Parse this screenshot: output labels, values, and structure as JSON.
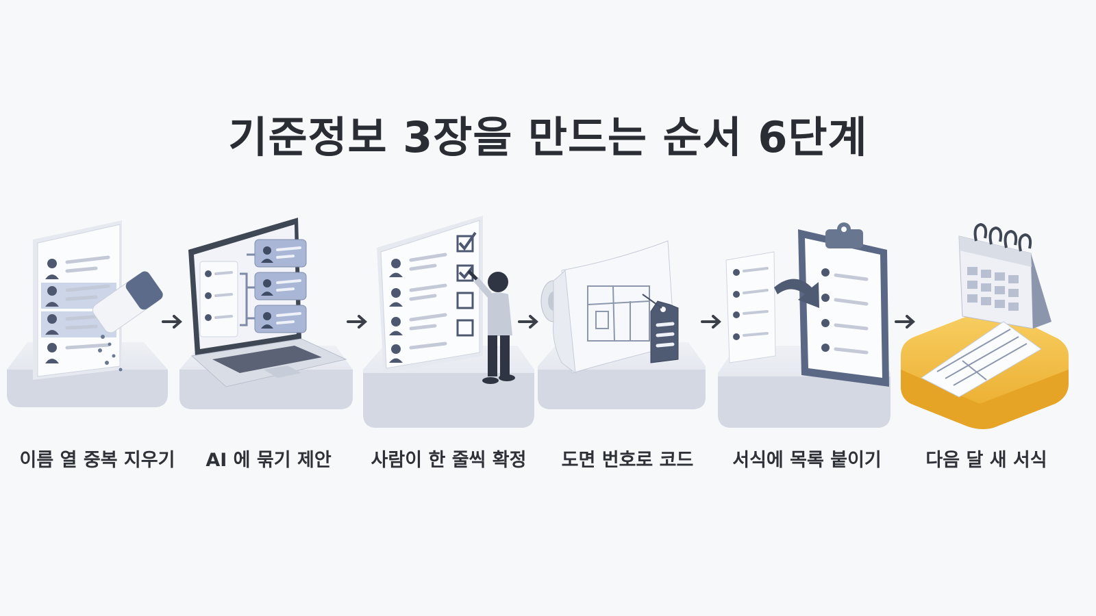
{
  "title": "기준정보 3장을 만드는 순서 6단계",
  "steps": [
    {
      "label": "이름 열 중복 지우기",
      "icon": "eraser-list-icon"
    },
    {
      "label": "AI 에 묶기 제안",
      "icon": "laptop-grouping-icon"
    },
    {
      "label": "사람이 한 줄씩 확정",
      "icon": "person-checklist-icon"
    },
    {
      "label": "도면 번호로 코드",
      "icon": "blueprint-tag-icon"
    },
    {
      "label": "서식에 목록 붙이기",
      "icon": "clipboard-paste-icon"
    },
    {
      "label": "다음 달 새 서식",
      "icon": "calendar-form-icon"
    }
  ],
  "colors": {
    "accent": "#5c6b8c",
    "highlight": "#f1b942",
    "platform": "#dfe3ec"
  }
}
